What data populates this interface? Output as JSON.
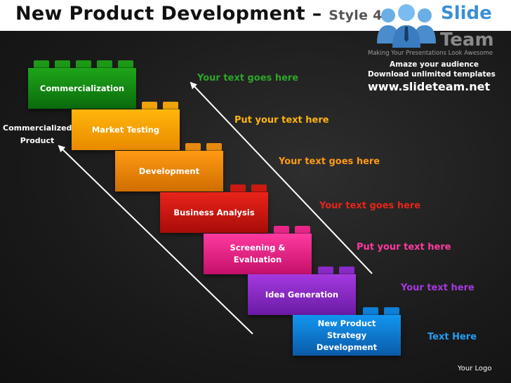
{
  "header": {
    "title": "New Product Development",
    "title_dash": " – ",
    "subtitle": "Style 4"
  },
  "branding": {
    "slide": "Slide",
    "team": "Team",
    "tagline": "Making Your Presentations Look Awesome",
    "promo_line1": "Amaze your audience",
    "promo_line2": "Download unlimited templates",
    "url": "www.slideteam.net"
  },
  "steps": [
    {
      "label": "Commercialization",
      "note": "Your text goes here",
      "color": "#1fa51a"
    },
    {
      "label": "Market Testing",
      "note": "Put your text here",
      "color": "#ffb60a"
    },
    {
      "label": "Development",
      "note": "Your text goes here",
      "color": "#ff9a14"
    },
    {
      "label": "Business Analysis",
      "note": "Your text goes here",
      "color": "#e8241a"
    },
    {
      "label": "Screening & Evaluation",
      "note": "Put your text here",
      "color": "#ff3aa0"
    },
    {
      "label": "Idea Generation",
      "note": "Your text here",
      "color": "#a43ae0"
    },
    {
      "label": "New Product Strategy Development",
      "note": "Text Here",
      "color": "#1296f0"
    }
  ],
  "end_label": "Commercialized Product",
  "footer": {
    "logo_text": "Your Logo"
  }
}
